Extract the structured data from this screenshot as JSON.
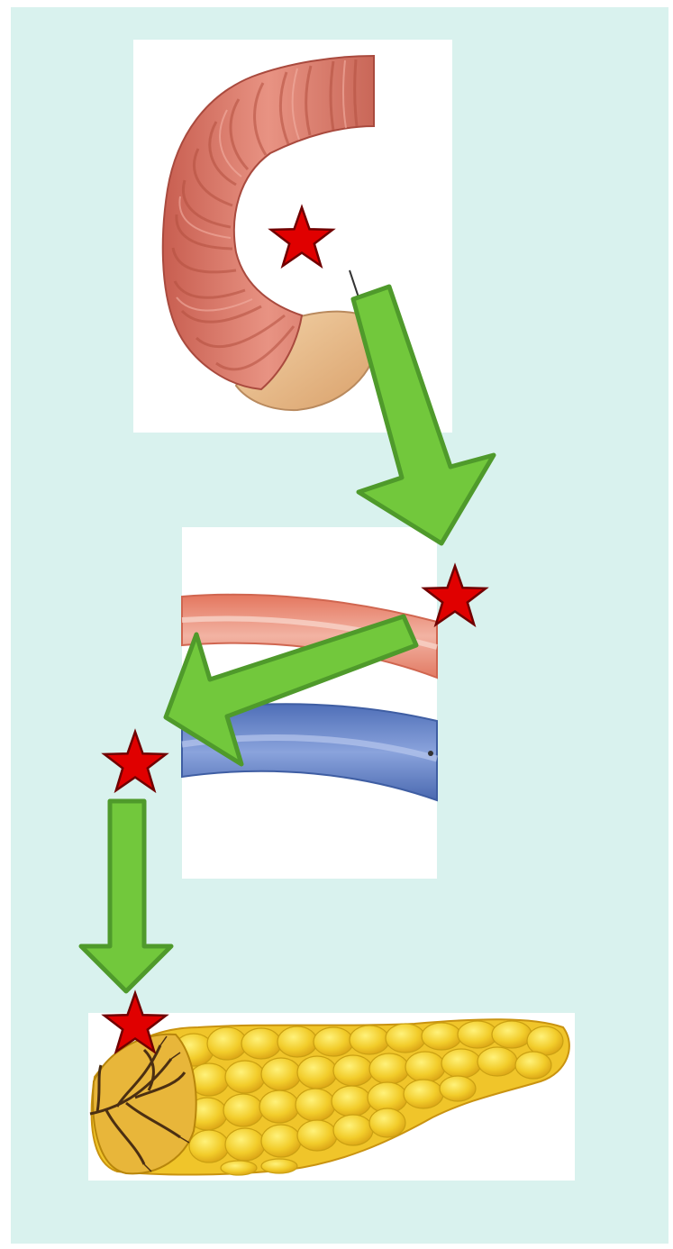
{
  "panels": [
    {
      "id": "duodenum",
      "label": ""
    },
    {
      "id": "blood-vessels",
      "label": ""
    },
    {
      "id": "pancreas",
      "label": ""
    }
  ],
  "markers": [
    {
      "name": "star-duodenum"
    },
    {
      "name": "star-vessels-entry"
    },
    {
      "name": "star-vessels-exit"
    },
    {
      "name": "star-pancreas"
    }
  ],
  "arrows": [
    {
      "from": "duodenum",
      "to": "blood-vessels"
    },
    {
      "from": "blood-vessels",
      "to": "blood-vessels-exit"
    },
    {
      "from": "blood-vessels-exit",
      "to": "pancreas"
    }
  ],
  "colors": {
    "background": "#d9f2ee",
    "arrow_fill": "#72c83c",
    "arrow_stroke": "#4f9a2b",
    "star_fill": "#e00000",
    "star_stroke": "#700000",
    "artery": "#e98a72",
    "vein": "#5e7fc6",
    "pancreas": "#f2cf2f",
    "duodenum": "#d97b6a"
  }
}
